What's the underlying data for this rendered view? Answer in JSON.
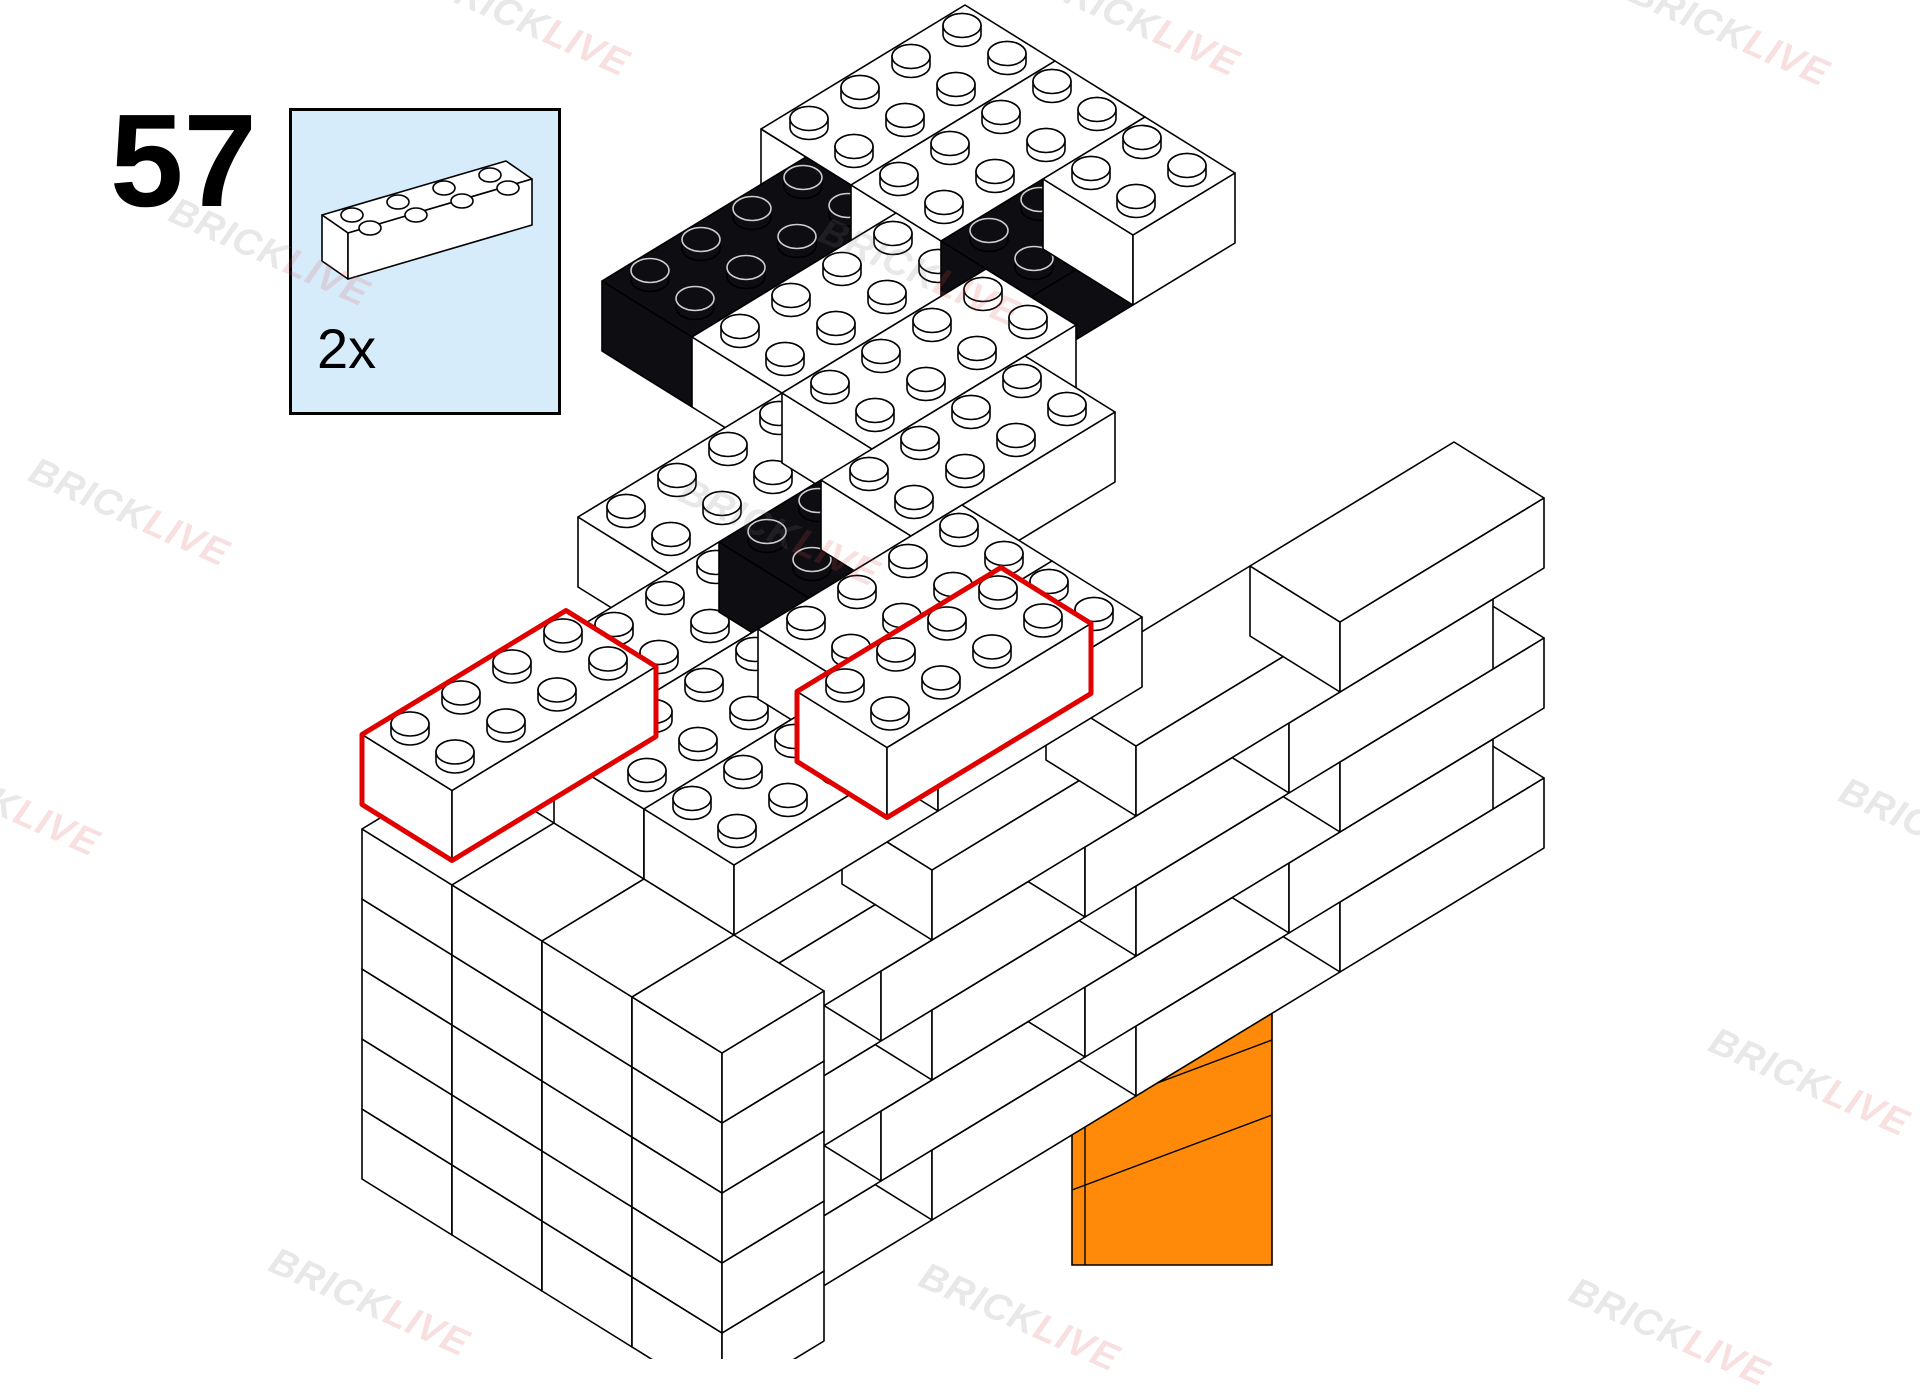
{
  "step": {
    "number": "57"
  },
  "parts": [
    {
      "quantity": "2x",
      "brick": "2x4 brick",
      "color": "#ffffff"
    }
  ],
  "watermark": {
    "word_a": "BRICK",
    "word_b": "LIVE"
  },
  "colors": {
    "white_brick": "#ffffff",
    "black_brick": "#0d0d12",
    "orange_brick": "#ff8a0a",
    "highlight": "#e00000",
    "callout_bg": "#d6ecfb"
  }
}
